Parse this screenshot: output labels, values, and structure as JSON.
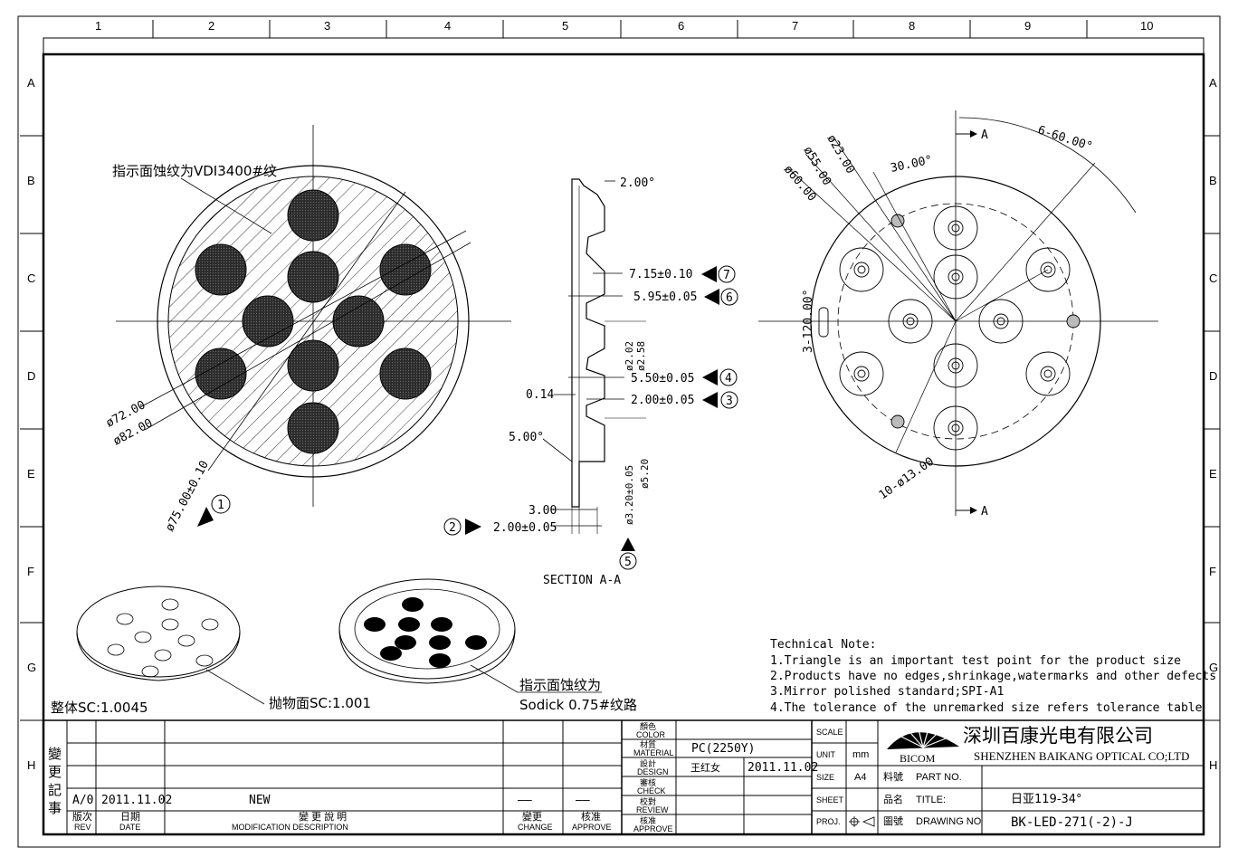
{
  "zones": {
    "columns": [
      "1",
      "2",
      "3",
      "4",
      "5",
      "6",
      "7",
      "8",
      "9",
      "10"
    ],
    "rows": [
      "A",
      "B",
      "C",
      "D",
      "E",
      "F",
      "G",
      "H"
    ]
  },
  "front_view": {
    "texture_note": "指示面蚀纹为VDI3400#纹",
    "dim_d72": "ø72.00",
    "dim_d82": "ø82.00",
    "dim_d75": "ø75.00±0.10",
    "marker_1": "1"
  },
  "section": {
    "title": "SECTION A-A",
    "angle_2": "2.00°",
    "angle_5": "5.00°",
    "dim_715": "7.15±0.10",
    "dim_595": "5.95±0.05",
    "dim_550": "5.50±0.05",
    "dim_200b": "2.00±0.05",
    "dim_014": "0.14",
    "dim_300": "3.00",
    "dim_200": "2.00±0.05",
    "dim_d202": "ø2.02",
    "dim_d258": "ø2.58",
    "dim_d320": "ø3.20±0.05",
    "dim_d520": "ø5.20",
    "marker_7": "7",
    "marker_6": "6",
    "marker_4": "4",
    "marker_3": "3",
    "marker_2": "2",
    "marker_5": "5"
  },
  "back_view": {
    "dim_d23": "ø23.00",
    "dim_d55": "ø55.00",
    "dim_d60": "ø60.00",
    "angle_30": "30.00°",
    "angle_6x60": "6-60.00°",
    "angle_3x120": "3-120.00°",
    "holes": "10-ø13.00",
    "section_a_top": "A",
    "section_a_bottom": "A"
  },
  "iso_views": {
    "overall_scale": "整体SC:1.0045",
    "paraboloid_scale": "抛物面SC:1.001",
    "texture_note_1": "指示面蚀纹为",
    "texture_note_2": "Sodick 0.75#纹路"
  },
  "technical_note": {
    "title": "Technical Note:",
    "lines": [
      "1.Triangle is an important test point for the product size",
      "2.Products have no edges,shrinkage,watermarks and other defects",
      "3.Mirror polished standard;SPI-A1",
      "4.The tolerance of the unremarked size refers tolerance table"
    ]
  },
  "revision_block": {
    "side_label": [
      "變",
      "更",
      "記",
      "事"
    ],
    "rev": "A/0",
    "date": "2011.11.02",
    "description": "NEW",
    "change_dash": "——",
    "approve_dash": "——",
    "h_rev_cn": "版次",
    "h_rev_en": "REV",
    "h_date_cn": "日期",
    "h_date_en": "DATE",
    "h_desc_cn": "變 更 說 明",
    "h_desc_en": "MODIFICATION DESCRIPTION",
    "h_change_cn": "變更",
    "h_change_en": "CHANGE",
    "h_approve_cn": "核准",
    "h_approve_en": "APPROVE"
  },
  "title_block": {
    "color_cn": "顏色",
    "color_en": "COLOR",
    "material_cn": "材質",
    "material_en": "MATERIAL",
    "material_val": "PC(2250Y)",
    "design_cn": "設計",
    "design_en": "DESIGN",
    "designer": "王红女",
    "design_date": "2011.11.02",
    "check_cn": "審核",
    "check_en": "CHECK",
    "review_cn": "校對",
    "review_en": "REVIEW",
    "approve_cn": "核准",
    "approve_en": "APPROVE",
    "scale_lbl": "SCALE",
    "unit_lbl": "UNIT",
    "unit_val": "mm",
    "size_lbl": "SIZE",
    "size_val": "A4",
    "sheet_lbl": "SHEET",
    "proj_lbl": "PROJ.",
    "part_cn": "料號",
    "part_en": "PART NO.",
    "title_cn": "品名",
    "title_en": "TITLE:",
    "title_val": "日亚119-34°",
    "drawing_cn": "圖號",
    "drawing_en": "DRAWING NO",
    "drawing_val": "BK-LED-271(-2)-J",
    "company_cn": "深圳百康光电有限公司",
    "company_en": "SHENZHEN BAIKANG OPTICAL CO;LTD",
    "logo_text": "BICOM"
  }
}
